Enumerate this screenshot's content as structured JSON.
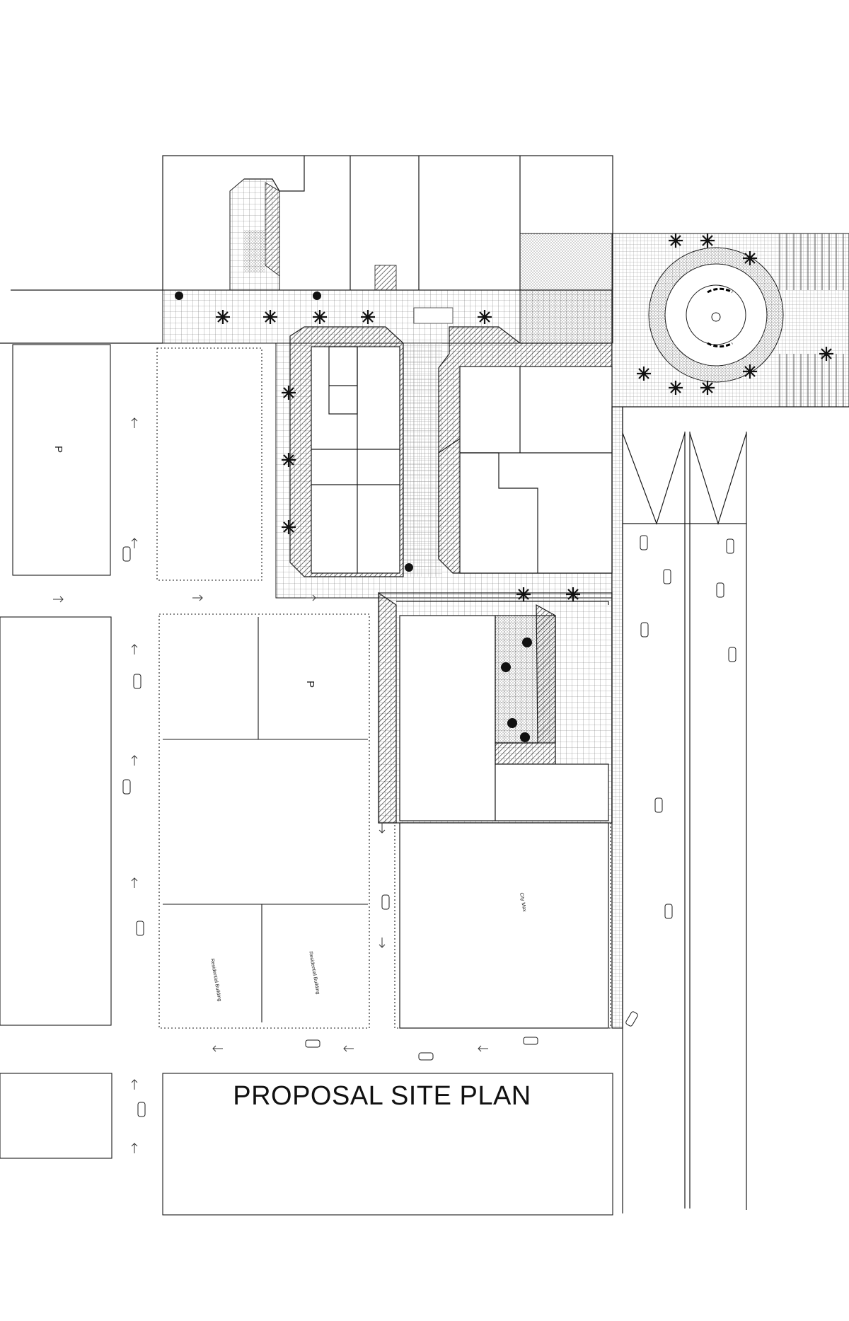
{
  "title": "PROPOSAL SITE PLAN",
  "labels": {
    "parking_a": "P",
    "parking_b": "P",
    "residential_a": "Residential Building",
    "residential_b": "Residential Building",
    "city_max": "City Max"
  },
  "colors": {
    "line": "#1a1a1a",
    "hatch": "#3a3a3a",
    "grid": "#777777",
    "paper": "#ffffff"
  }
}
